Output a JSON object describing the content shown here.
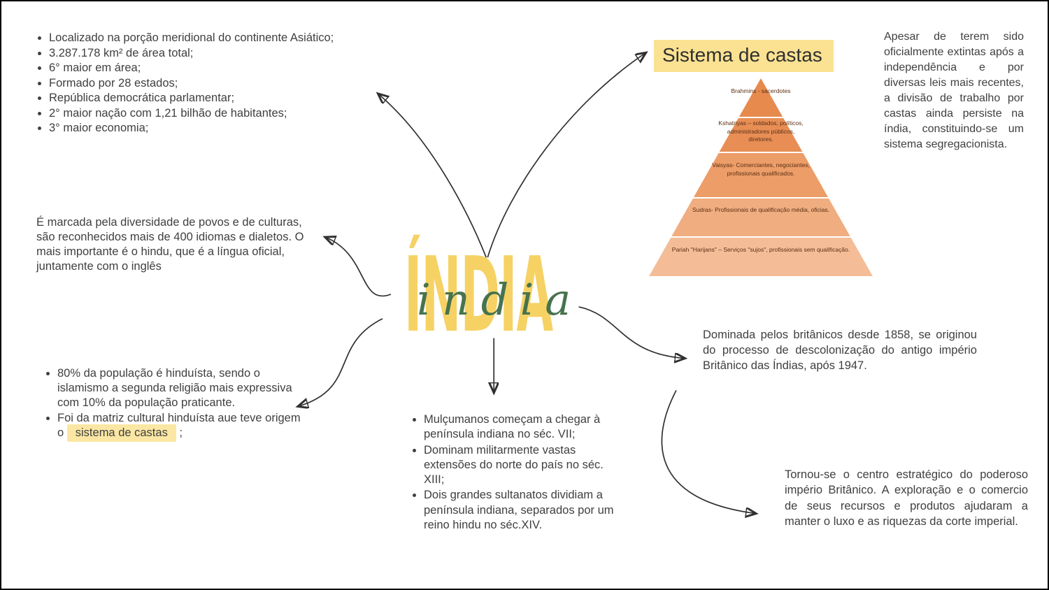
{
  "canvas": {
    "background": "#ffffff",
    "border_color": "#000000",
    "arrow_color": "#2f2f2f"
  },
  "title": {
    "block_text": "ÍNDIA",
    "script_text": "india",
    "block_color": "#f6d264",
    "script_color": "#47734e"
  },
  "facts_list": {
    "items": [
      "Localizado na porção meridional do continente Asiático;",
      "3.287.178 km² de área total;",
      "6° maior em área;",
      "Formado por 28 estados;",
      "República democrática parlamentar;",
      "2° maior nação com 1,21 bilhão de habitantes;",
      "3° maior economia;"
    ]
  },
  "diversity_note": {
    "text": "É marcada pela diversidade de povos e de culturas, são reconhecidos mais de 400 idiomas e dialetos. O mais importante é o hindu, que é a língua oficial, juntamente com o inglês"
  },
  "religion_list": {
    "highlight_bg": "#fbe7a3",
    "items": [
      "80% da população é hinduísta, sendo o islamismo a segunda religião mais expressiva com 10% da população praticante."
    ],
    "item2": {
      "prefix": "Foi da matriz cultural hinduísta aue teve origem o ",
      "highlight": "sistema de castas",
      "suffix": " ;"
    }
  },
  "caste_system": {
    "heading": "Sistema de castas",
    "heading_bg": "#fae292",
    "pyramid": {
      "levels": [
        {
          "label": "Brahmins - sacerdotes",
          "color": "#e78a4e"
        },
        {
          "label": "Kshatriyas – soldados, políticos, administradores públicos, diretores.",
          "color": "#e88e55"
        },
        {
          "label": "Vaisyas- Comerciantes, negociantes, profissionais qualificados.",
          "color": "#ec9d68"
        },
        {
          "label": "Sudras- Profissionais de qualificação média, oficias.",
          "color": "#f0ad80"
        },
        {
          "label": "Pariah \"Harijans\" – Serviços \"sujos\", profissionais sem qualificação.",
          "color": "#f4bd97"
        }
      ]
    }
  },
  "caste_note": {
    "text": "Apesar de terem sido oficialmente extintas após a independência e por diversas leis mais recentes, a divisão de trabalho por castas ainda persiste na índia, constituindo-se um sistema segregacionista."
  },
  "british_note": {
    "text": "Dominada pelos britânicos desde 1858, se originou do processo de descolonização do antigo império Britânico das Índias, após 1947."
  },
  "muslim_list": {
    "items": [
      "Mulçumanos começam a chegar à península indiana no séc. VII;",
      "Dominam militarmente vastas extensões do norte do país no séc. XIII;",
      "Dois grandes sultanatos dividiam a península indiana, separados por um reino hindu no séc.XIV."
    ]
  },
  "empire_note": {
    "text": "Tornou-se o centro estratégico do poderoso império Britânico. A exploração e o comercio de seus recursos e produtos ajudaram a manter o luxo e as riquezas da corte imperial."
  },
  "connectors": [
    "title-to-facts-arrow",
    "title-to-caste-heading-arrow",
    "title-to-diversity-arrow",
    "title-to-religion-arrow",
    "title-to-muslims-arrow",
    "title-to-british-arrow",
    "british-to-empire-arrow"
  ]
}
